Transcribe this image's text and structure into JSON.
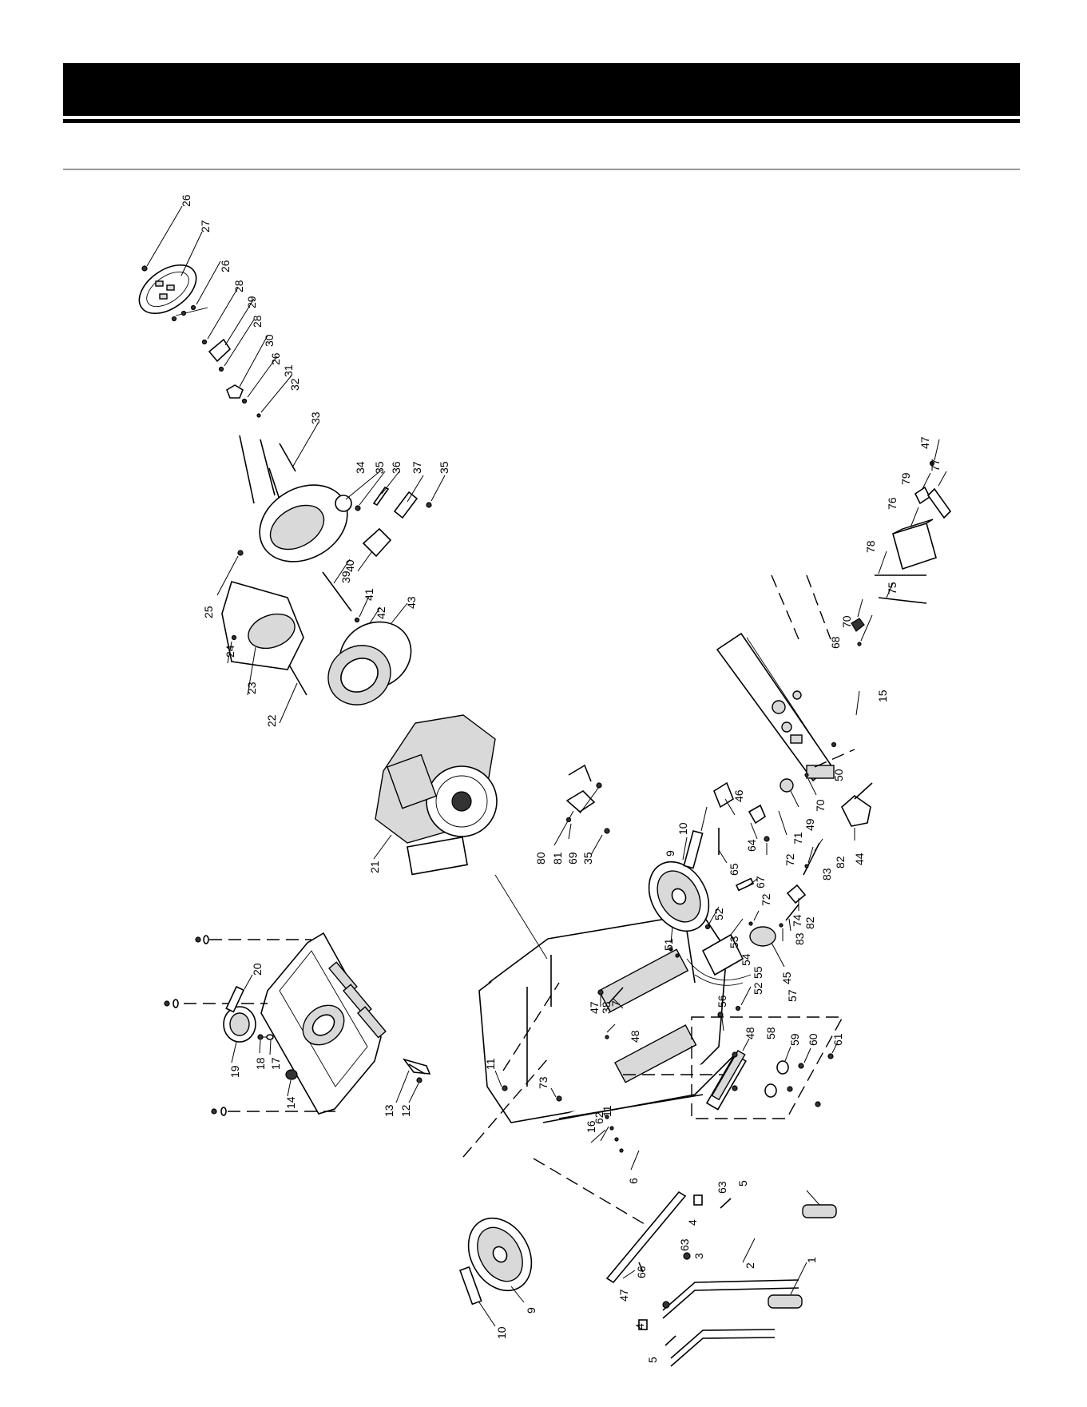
{
  "part_labels": [
    {
      "id": "26a",
      "text": "26"
    },
    {
      "id": "27",
      "text": "27"
    },
    {
      "id": "26b",
      "text": "26"
    },
    {
      "id": "28a",
      "text": "28"
    },
    {
      "id": "29",
      "text": "29"
    },
    {
      "id": "28b",
      "text": "28"
    },
    {
      "id": "30",
      "text": "30"
    },
    {
      "id": "26c",
      "text": "26"
    },
    {
      "id": "31",
      "text": "31"
    },
    {
      "id": "32",
      "text": "32"
    },
    {
      "id": "33",
      "text": "33"
    },
    {
      "id": "34",
      "text": "34"
    },
    {
      "id": "35a",
      "text": "35"
    },
    {
      "id": "36",
      "text": "36"
    },
    {
      "id": "37",
      "text": "37"
    },
    {
      "id": "35b",
      "text": "35"
    },
    {
      "id": "25",
      "text": "25"
    },
    {
      "id": "24",
      "text": "24"
    },
    {
      "id": "23",
      "text": "23"
    },
    {
      "id": "22",
      "text": "22"
    },
    {
      "id": "40",
      "text": "40"
    },
    {
      "id": "39",
      "text": "39"
    },
    {
      "id": "41",
      "text": "41"
    },
    {
      "id": "42",
      "text": "42"
    },
    {
      "id": "43",
      "text": "43"
    },
    {
      "id": "21",
      "text": "21"
    },
    {
      "id": "47a",
      "text": "47"
    },
    {
      "id": "77",
      "text": "77"
    },
    {
      "id": "79",
      "text": "79"
    },
    {
      "id": "76",
      "text": "76"
    },
    {
      "id": "78",
      "text": "78"
    },
    {
      "id": "75",
      "text": "75"
    },
    {
      "id": "70a",
      "text": "70"
    },
    {
      "id": "68",
      "text": "68"
    },
    {
      "id": "15",
      "text": "15"
    },
    {
      "id": "50",
      "text": "50"
    },
    {
      "id": "70b",
      "text": "70"
    },
    {
      "id": "49",
      "text": "49"
    },
    {
      "id": "71",
      "text": "71"
    },
    {
      "id": "72a",
      "text": "72"
    },
    {
      "id": "82a",
      "text": "82"
    },
    {
      "id": "83a",
      "text": "83"
    },
    {
      "id": "44",
      "text": "44"
    },
    {
      "id": "46",
      "text": "46"
    },
    {
      "id": "64",
      "text": "64"
    },
    {
      "id": "65",
      "text": "65"
    },
    {
      "id": "10a",
      "text": "10"
    },
    {
      "id": "80",
      "text": "80"
    },
    {
      "id": "81",
      "text": "81"
    },
    {
      "id": "69",
      "text": "69"
    },
    {
      "id": "35c",
      "text": "35"
    },
    {
      "id": "9a",
      "text": "9"
    },
    {
      "id": "67",
      "text": "67"
    },
    {
      "id": "72b",
      "text": "72"
    },
    {
      "id": "74",
      "text": "74"
    },
    {
      "id": "82b",
      "text": "82"
    },
    {
      "id": "83b",
      "text": "83"
    },
    {
      "id": "52a",
      "text": "52"
    },
    {
      "id": "53",
      "text": "53"
    },
    {
      "id": "54",
      "text": "54"
    },
    {
      "id": "55",
      "text": "55"
    },
    {
      "id": "52b",
      "text": "52"
    },
    {
      "id": "45",
      "text": "45"
    },
    {
      "id": "51",
      "text": "51"
    },
    {
      "id": "56",
      "text": "56"
    },
    {
      "id": "57",
      "text": "57"
    },
    {
      "id": "48a",
      "text": "48"
    },
    {
      "id": "58",
      "text": "58"
    },
    {
      "id": "59",
      "text": "59"
    },
    {
      "id": "60",
      "text": "60"
    },
    {
      "id": "61",
      "text": "61"
    },
    {
      "id": "47b",
      "text": "47"
    },
    {
      "id": "38",
      "text": "38"
    },
    {
      "id": "7",
      "text": "7"
    },
    {
      "id": "48b",
      "text": "48"
    },
    {
      "id": "20",
      "text": "20"
    },
    {
      "id": "19",
      "text": "19"
    },
    {
      "id": "18",
      "text": "18"
    },
    {
      "id": "17",
      "text": "17"
    },
    {
      "id": "14",
      "text": "14"
    },
    {
      "id": "13",
      "text": "13"
    },
    {
      "id": "12",
      "text": "12"
    },
    {
      "id": "11a",
      "text": "11"
    },
    {
      "id": "73",
      "text": "73"
    },
    {
      "id": "16",
      "text": "16"
    },
    {
      "id": "62",
      "text": "62"
    },
    {
      "id": "11b",
      "text": "11"
    },
    {
      "id": "6",
      "text": "6"
    },
    {
      "id": "63a",
      "text": "63"
    },
    {
      "id": "5a",
      "text": "5"
    },
    {
      "id": "4a",
      "text": "4"
    },
    {
      "id": "3",
      "text": "3"
    },
    {
      "id": "2",
      "text": "2"
    },
    {
      "id": "1",
      "text": "1"
    },
    {
      "id": "63b",
      "text": "63"
    },
    {
      "id": "66",
      "text": "66"
    },
    {
      "id": "47c",
      "text": "47"
    },
    {
      "id": "4b",
      "text": "4"
    },
    {
      "id": "5b",
      "text": "5"
    },
    {
      "id": "9b",
      "text": "9"
    },
    {
      "id": "10b",
      "text": "10"
    }
  ]
}
